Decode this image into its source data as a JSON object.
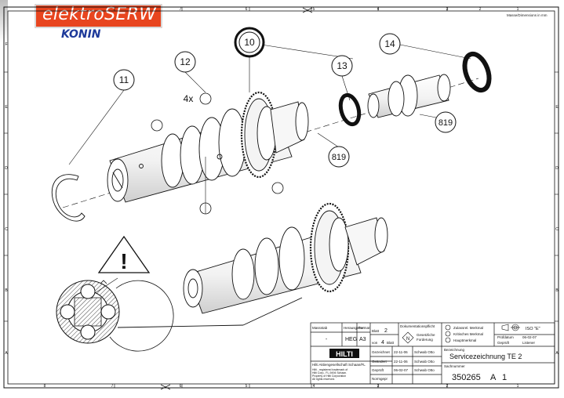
{
  "logo": {
    "brand": "elektroSERW",
    "city": "KONIN"
  },
  "header_note": "Masse/Dimensions in mm",
  "frame": {
    "top_ruler": [
      "7",
      "6",
      "5",
      "4",
      "3",
      "2",
      "1"
    ],
    "bottom_ruler": [
      "8",
      "7",
      "6",
      "5",
      "4",
      "3",
      "2",
      "1"
    ],
    "left_ruler": [
      "F",
      "E",
      "D",
      "C",
      "B",
      "A"
    ],
    "right_ruler": [
      "E",
      "D",
      "C",
      "B",
      "A"
    ]
  },
  "callouts": {
    "c10": "10",
    "c11": "11",
    "c12": "12",
    "c13": "13",
    "c14": "14",
    "c819a": "819",
    "c819b": "819",
    "qty": "4x",
    "warning": "!"
  },
  "title_block": {
    "massstab_label": "Massstab",
    "herausgeber_label": "Herausgeber",
    "format_label": "Format",
    "massstab_value": "-",
    "herausgeber_value": "HEG",
    "format_value": "A3",
    "blatt_label": "Blatt",
    "blatt_value": "2",
    "von_label": "von",
    "von_value": "4",
    "blatt2_label": "Blatt",
    "dok_label": "Dokumentationspflicht",
    "dok_n": "N",
    "dok_text1": "Gesetzliche",
    "dok_text2": "Forderung",
    "merk1": "Zulassrel. Merkmal",
    "merk2": "Kritisches Merkmal",
    "merk3": "Hauptmerkmal",
    "iso": "ISO \"E\"",
    "pruef_label": "Prüfdatum",
    "pruef_value": "06-02-07",
    "gepr_label": "Geprüft",
    "gepr_value": "Listener",
    "gez_label": "Gezeichnet",
    "gez_date": "22-11-06",
    "gez_name": "Schwab Otto",
    "geaend_label": "Geändert",
    "geaend_date": "22-11-06",
    "geaend_name": "Schwab Otto",
    "gepr2_label": "Geprüft",
    "gepr2_date": "06-02-07",
    "gepr2_name": "Schwab Otto",
    "norm_label": "Normgepr",
    "bez_label": "Bezeichnung",
    "bez_value": "Servicezeichnung TE 2",
    "sach_label": "Sachnummer",
    "sach_value": "350265",
    "sach_rev": "A",
    "sach_sheet": "1",
    "hilti": "HILTI",
    "company": "Hilti Aktiengesellschaft Schaan/FL",
    "legal1": "Hilti - registered trademark of",
    "legal2": "Hilti Corp., FL-9494 Schaan.",
    "legal3": "Property of Hilti Corporation",
    "legal4": "All rights reserved."
  },
  "colors": {
    "logo_red": "#e8451f",
    "logo_blue": "#1e3a9a",
    "line": "#111111"
  }
}
